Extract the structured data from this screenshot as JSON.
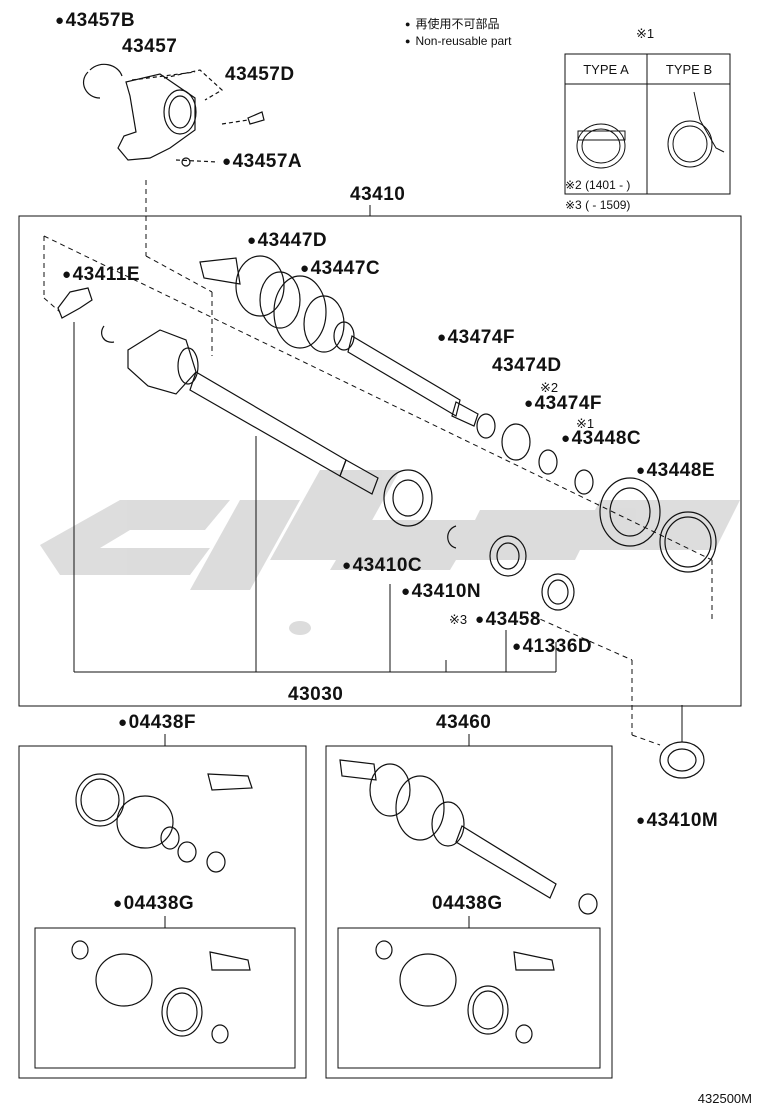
{
  "legend": {
    "jp": "再使用不可部品",
    "en": "Non-reusable part"
  },
  "type_table": {
    "mark": "※1",
    "col_a": "TYPE A",
    "col_b": "TYPE B",
    "note2": "※2 (1401 -          )",
    "note3": "※3 (          - 1509)"
  },
  "labels": {
    "p43457b": "43457B",
    "p43457": "43457",
    "p43457d": "43457D",
    "p43457a": "43457A",
    "p43410": "43410",
    "p43447d": "43447D",
    "p43447c": "43447C",
    "p43411e": "43411E",
    "p43474f_1": "43474F",
    "p43474d": "43474D",
    "mark2": "※2",
    "p43474f_2": "43474F",
    "mark1": "※1",
    "p43448c": "43448C",
    "p43448e": "43448E",
    "p43410c": "43410C",
    "p43410n": "43410N",
    "mark3": "※3",
    "p43458": "43458",
    "p41336d": "41336D",
    "p43030": "43030",
    "p04438f": "04438F",
    "p43460": "43460",
    "p04438g_1": "04438G",
    "p04438g_2": "04438G",
    "p43410m": "43410M"
  },
  "footer": "432500M",
  "colors": {
    "line": "#111111",
    "watermark": "#d9d9d9"
  }
}
